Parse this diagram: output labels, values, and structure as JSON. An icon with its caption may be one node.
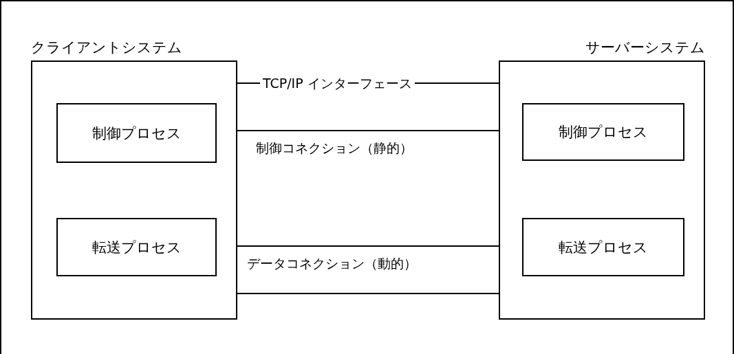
{
  "diagram": {
    "nodes": [
      {
        "text": [
          "クライアントシステム"
        ]
      },
      {
        "text": [
          "制御プロセス"
        ],
        "in": 0
      },
      {
        "text": [
          "転送プロセス"
        ],
        "in": 0
      },
      {
        "text": [
          "サーバーシステム"
        ]
      },
      {
        "text": [
          "制御プロセス"
        ],
        "in": 3
      },
      {
        "text": [
          "転送プロセス"
        ],
        "in": 3
      }
    ],
    "edges": [
      {
        "from": 0,
        "to": 3,
        "arrow": "none",
        "label": "TCP/IP インターフェース"
      },
      {
        "from": 1,
        "to": 4,
        "arrow": "none",
        "label": "制御コネクション（静的）"
      },
      {
        "from": 2,
        "to": 5,
        "arrow": "none",
        "label": "データコネクション（動的）"
      },
      {
        "from": 0,
        "to": 3,
        "arrow": "none"
      }
    ]
  }
}
